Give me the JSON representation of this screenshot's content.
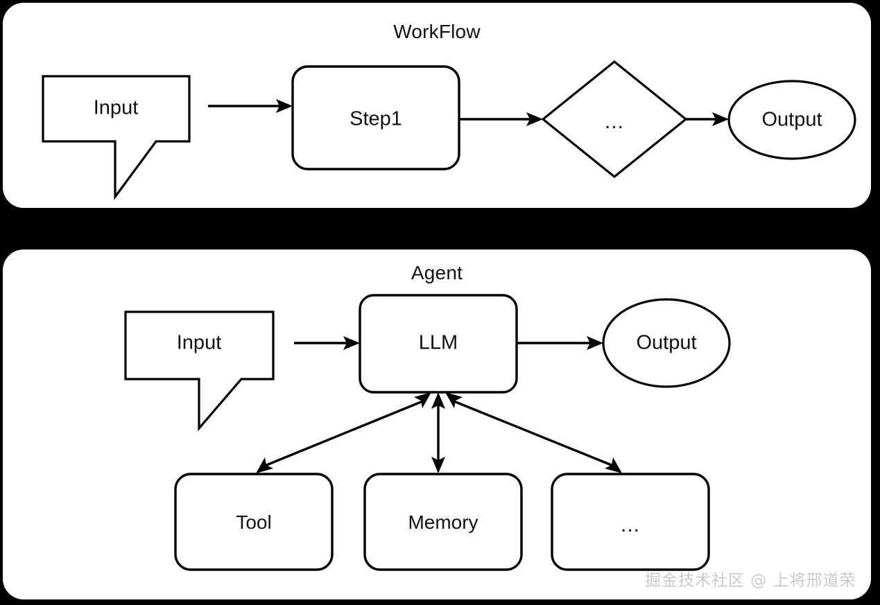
{
  "page": {
    "background_color": "#000000",
    "panel_color": "#ffffff",
    "stroke_color": "#000000"
  },
  "watermark": {
    "text": "掘金技术社区 @ 上将邢道荣",
    "color": "#c9c9c9"
  },
  "panels": [
    {
      "id": "workflow",
      "title": "WorkFlow",
      "nodes": [
        {
          "id": "wf-input",
          "label": "Input",
          "shape": "callout"
        },
        {
          "id": "wf-step1",
          "label": "Step1",
          "shape": "rounded-rect"
        },
        {
          "id": "wf-dots",
          "label": "...",
          "shape": "diamond"
        },
        {
          "id": "wf-output",
          "label": "Output",
          "shape": "ellipse"
        }
      ],
      "edges": [
        {
          "from": "wf-input",
          "to": "wf-step1",
          "direction": "forward"
        },
        {
          "from": "wf-step1",
          "to": "wf-dots",
          "direction": "forward"
        },
        {
          "from": "wf-dots",
          "to": "wf-output",
          "direction": "forward"
        }
      ]
    },
    {
      "id": "agent",
      "title": "Agent",
      "nodes": [
        {
          "id": "ag-input",
          "label": "Input",
          "shape": "callout"
        },
        {
          "id": "ag-llm",
          "label": "LLM",
          "shape": "rounded-rect"
        },
        {
          "id": "ag-output",
          "label": "Output",
          "shape": "ellipse"
        },
        {
          "id": "ag-tool",
          "label": "Tool",
          "shape": "rounded-rect"
        },
        {
          "id": "ag-memory",
          "label": "Memory",
          "shape": "rounded-rect"
        },
        {
          "id": "ag-dots",
          "label": "...",
          "shape": "rounded-rect"
        }
      ],
      "edges": [
        {
          "from": "ag-input",
          "to": "ag-llm",
          "direction": "forward"
        },
        {
          "from": "ag-llm",
          "to": "ag-output",
          "direction": "forward"
        },
        {
          "from": "ag-llm",
          "to": "ag-tool",
          "direction": "bidirectional"
        },
        {
          "from": "ag-llm",
          "to": "ag-memory",
          "direction": "bidirectional"
        },
        {
          "from": "ag-llm",
          "to": "ag-dots",
          "direction": "bidirectional"
        }
      ]
    }
  ]
}
